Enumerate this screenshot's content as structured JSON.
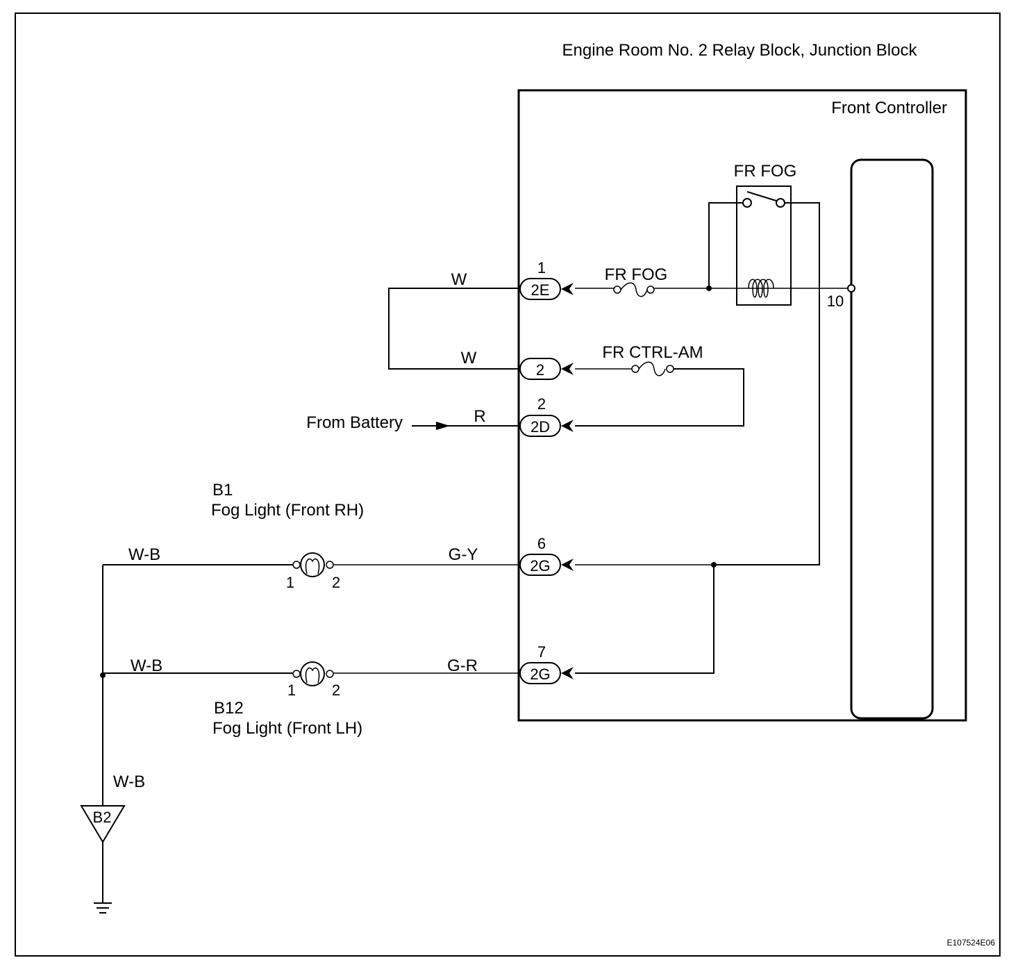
{
  "block_title": "Engine Room No. 2 Relay Block, Junction Block",
  "controller": {
    "label": "Front Controller",
    "terminal": "10"
  },
  "relay": {
    "label": "FR FOG"
  },
  "fuses": {
    "fr_fog": "FR FOG",
    "fr_ctrl_am": "FR CTRL-AM"
  },
  "battery": {
    "label": "From Battery",
    "wire": "R"
  },
  "connectors": {
    "c1": {
      "pin": "1",
      "code": "2E"
    },
    "c2": {
      "pin": "",
      "code": "2"
    },
    "c3": {
      "pin": "2",
      "code": "2D"
    },
    "c4": {
      "pin": "6",
      "code": "2G"
    },
    "c5": {
      "pin": "7",
      "code": "2G"
    }
  },
  "wires": {
    "w_top": "W",
    "w_mid": "W",
    "gy": "G-Y",
    "gr": "G-R",
    "wb_rh": "W-B",
    "wb_lh": "W-B",
    "wb_ground": "W-B"
  },
  "fog_rh": {
    "code": "B1",
    "name": "Fog Light (Front RH)",
    "pin_left": "1",
    "pin_right": "2"
  },
  "fog_lh": {
    "code": "B12",
    "name": "Fog Light (Front LH)",
    "pin_left": "1",
    "pin_right": "2"
  },
  "ground": {
    "code": "B2"
  },
  "footer_code": "E107524E06"
}
